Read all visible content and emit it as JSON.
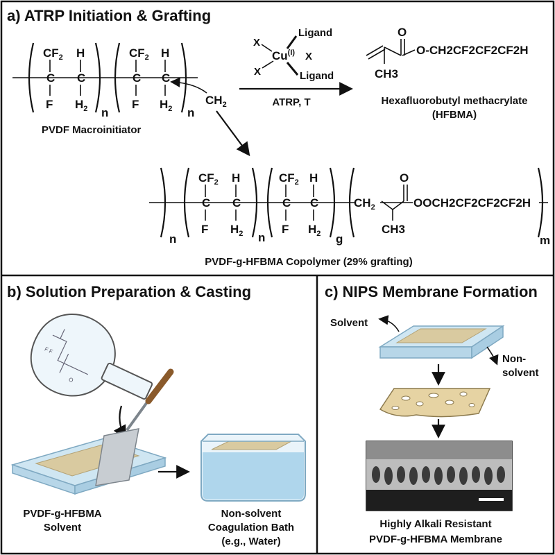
{
  "panels": {
    "a": {
      "title": "a) ATRP Initiation & Grafting",
      "macroinitiator_label": "PVDF Macroinitiator",
      "catalyst": {
        "x": "X",
        "cu": "Cu",
        "cu_oxidation": "(I)",
        "ligand": "Ligand",
        "conditions": "ATRP, T"
      },
      "radical_group": "CH",
      "radical_sub": "2",
      "monomer_ester": "O-CH2CF2CF2CF2H",
      "monomer_methyl": "CH3",
      "monomer_o": "O",
      "monomer_name": "Hexafluorobutyl methacrylate",
      "monomer_abbr": "(HFBMA)",
      "copolymer_label": "PVDF-g-HFBMA Copolymer (29% grafting)",
      "atoms": {
        "cf2": "CF2",
        "c": "C",
        "h": "H",
        "f": "F",
        "h2": "H2",
        "ch2": "CH2",
        "ch3": "CH3",
        "o": "O"
      },
      "subscripts": {
        "n": "n",
        "g": "g",
        "m": "m"
      },
      "copolymer_ester": "OOCH2CF2CF2CF2H"
    },
    "b": {
      "title": "b) Solution Preparation & Casting",
      "film_label_line1": "PVDF-g-HFBMA",
      "film_label_line2": "Solvent",
      "bath_label_line1": "Non-solvent",
      "bath_label_line2": "Coagulation Bath",
      "bath_label_line3": "(e.g., Water)"
    },
    "c": {
      "title": "c) NIPS Membrane Formation",
      "solvent_label": "Solvent",
      "nonsolvent_line1": "Non-",
      "nonsolvent_line2": "solvent",
      "membrane_line1": "Highly Alkali Resistant",
      "membrane_line2": "PVDF-g-HFBMA Membrane"
    }
  },
  "colors": {
    "border": "#111111",
    "glass": "#cfe6f2",
    "glass_edge": "#7fa9c2",
    "film": "#d9caa0",
    "water": "#a9d3ea",
    "membrane": "#e6d3a3",
    "sem_dark": "#3a3a3a",
    "sem_light": "#bdbdbd",
    "knife_blade": "#c8cdd2",
    "knife_handle": "#8a5a2b"
  }
}
